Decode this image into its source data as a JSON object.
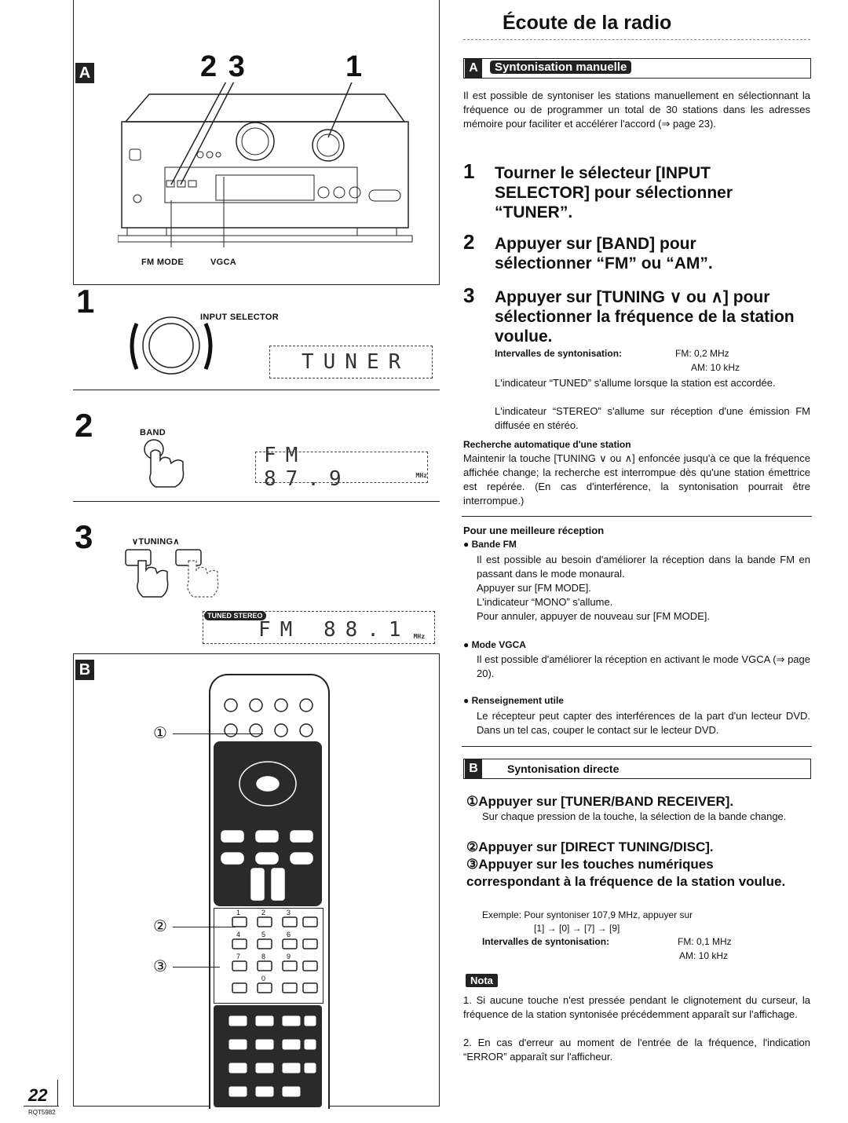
{
  "page": {
    "title": "Écoute de la radio",
    "number": "22",
    "code": "RQT5982"
  },
  "left": {
    "section_a_tag": "A",
    "section_b_tag": "B",
    "callouts": {
      "c23": "2 3",
      "c1": "1"
    },
    "fm_mode_label": "FM MODE",
    "vgca_label": "VGCA",
    "step1_num": "1",
    "step2_num": "2",
    "step3_num": "3",
    "input_selector_label": "INPUT SELECTOR",
    "band_label": "BAND",
    "tuning_label": "∨TUNING∧",
    "lcd_tuner": "TUNER",
    "lcd_fm1": "FM  87.9",
    "lcd_fm2": "FM  88.1",
    "lcd_mhz": "MHz",
    "lcd_indicator": "TUNED STEREO",
    "remote_callout_1": "①",
    "remote_callout_2": "②",
    "remote_callout_3": "③",
    "keypad_numbers": [
      "1",
      "2",
      "3",
      "4",
      "5",
      "6",
      "7",
      "8",
      "9",
      "0"
    ]
  },
  "right": {
    "section_a_tag": "A",
    "section_a_title": "Syntonisation manuelle",
    "intro": "Il est possible de syntoniser les stations manuellement en sélectionnant la fréquence ou de programmer un total de 30 stations dans les adresses mémoire pour faciliter et accélérer l'accord (⇒ page 23).",
    "steps": [
      {
        "n": "1",
        "text": "Tourner le sélecteur [INPUT SELECTOR] pour sélectionner “TUNER”."
      },
      {
        "n": "2",
        "text": "Appuyer sur [BAND] pour sélectionner “FM” ou “AM”."
      },
      {
        "n": "3",
        "text": "Appuyer sur [TUNING ∨ ou ∧] pour sélectionner la fréquence de la station voulue."
      }
    ],
    "intervals_label": "Intervalles de syntonisation:",
    "intervals_fm": "FM: 0,2 MHz",
    "intervals_am": "AM: 10 kHz",
    "tuned_note": "L'indicateur “TUNED” s'allume lorsque la station est accordée.",
    "stereo_note": "L'indicateur “STEREO” s'allume sur réception d'une émission FM diffusée en stéréo.",
    "auto_search_title": "Recherche automatique d'une station",
    "auto_search_text": "Maintenir la touche [TUNING ∨ ou ∧] enfoncée jusqu'à ce que la fréquence affichée change; la recherche est interrompue dès qu'une station émettrice est repérée. (En cas d'interférence, la syntonisation pourrait être interrompue.)",
    "better_title": "Pour une meilleure réception",
    "fm_band_title": "Bande FM",
    "fm_band_lines": [
      "Il est possible au besoin d'améliorer la réception dans la bande FM en passant dans le mode monaural.",
      "Appuyer sur [FM MODE].",
      "L'indicateur “MONO” s'allume.",
      "Pour annuler, appuyer de nouveau sur [FM MODE]."
    ],
    "vgca_title": "Mode VGCA",
    "vgca_text": "Il est possible d'améliorer la réception en activant le mode VGCA (⇒ page 20).",
    "info_title": "Renseignement utile",
    "info_text": "Le récepteur peut capter des interférences de la part d'un lecteur DVD. Dans un tel cas, couper le contact sur le lecteur DVD.",
    "section_b_tag": "B",
    "section_b_title": "Syntonisation directe",
    "direct_step1": "①Appuyer sur [TUNER/BAND RECEIVER].",
    "direct_step1_note": "Sur chaque pression de la touche, la sélection de la bande change.",
    "direct_step2": "②Appuyer sur [DIRECT TUNING/DISC].",
    "direct_step3": "③Appuyer sur les touches numériques correspondant à la fréquence de la station voulue.",
    "example": "Exemple: Pour syntoniser 107,9 MHz, appuyer sur",
    "example_keys": "[1] → [0] → [7] → [9]",
    "intervals2_label": "Intervalles de syntonisation:",
    "intervals2_fm": "FM: 0,1 MHz",
    "intervals2_am": "AM: 10 kHz",
    "nota_title": "Nota",
    "notes": [
      "1. Si aucune touche n'est pressée pendant le clignotement du curseur, la fréquence de la station syntonisée précédemment apparaît sur l'affichage.",
      "2. En cas d'erreur au moment de l'entrée de la fréquence, l'indication “ERROR” apparaît sur l'afficheur."
    ]
  }
}
